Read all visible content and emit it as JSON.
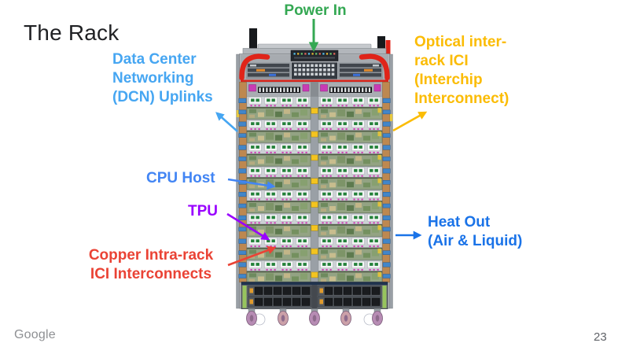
{
  "slide": {
    "title": "The Rack",
    "background_color": "#ffffff",
    "footer": {
      "logo_text": "Google",
      "page_number": "23"
    }
  },
  "annotations": {
    "power_in": {
      "label": "Power In",
      "color": "#34A853",
      "arrow": "down-into-rack-top"
    },
    "dcn_uplinks": {
      "line1": "Data Center",
      "line2": "Networking",
      "line3": "(DCN) Uplinks",
      "color": "#46A6F2",
      "arrow": "up-left-from-rack-left-side"
    },
    "optical_ici": {
      "line1": "Optical inter-",
      "line2": "rack ICI",
      "line3": "(Interchip",
      "line4": "Interconnect)",
      "color": "#FBBC04",
      "arrow": "up-right-from-rack-right-side"
    },
    "cpu_host": {
      "label": "CPU Host",
      "color": "#4285F4",
      "arrow": "right-into-rack-tray"
    },
    "tpu": {
      "label": "TPU",
      "color": "#9900FF",
      "arrow": "down-right-into-rack-tray"
    },
    "copper_ici": {
      "line1": "Copper Intra-rack",
      "line2": "ICI Interconnects",
      "color": "#EA4335",
      "arrow": "up-right-into-rack-tray"
    },
    "heat_out": {
      "line1": "Heat Out",
      "line2": "(Air & Liquid)",
      "color": "#1A73E8",
      "arrow": "right-out-of-rack"
    }
  },
  "diagram": {
    "subject": "server rack front view with annotated components"
  }
}
